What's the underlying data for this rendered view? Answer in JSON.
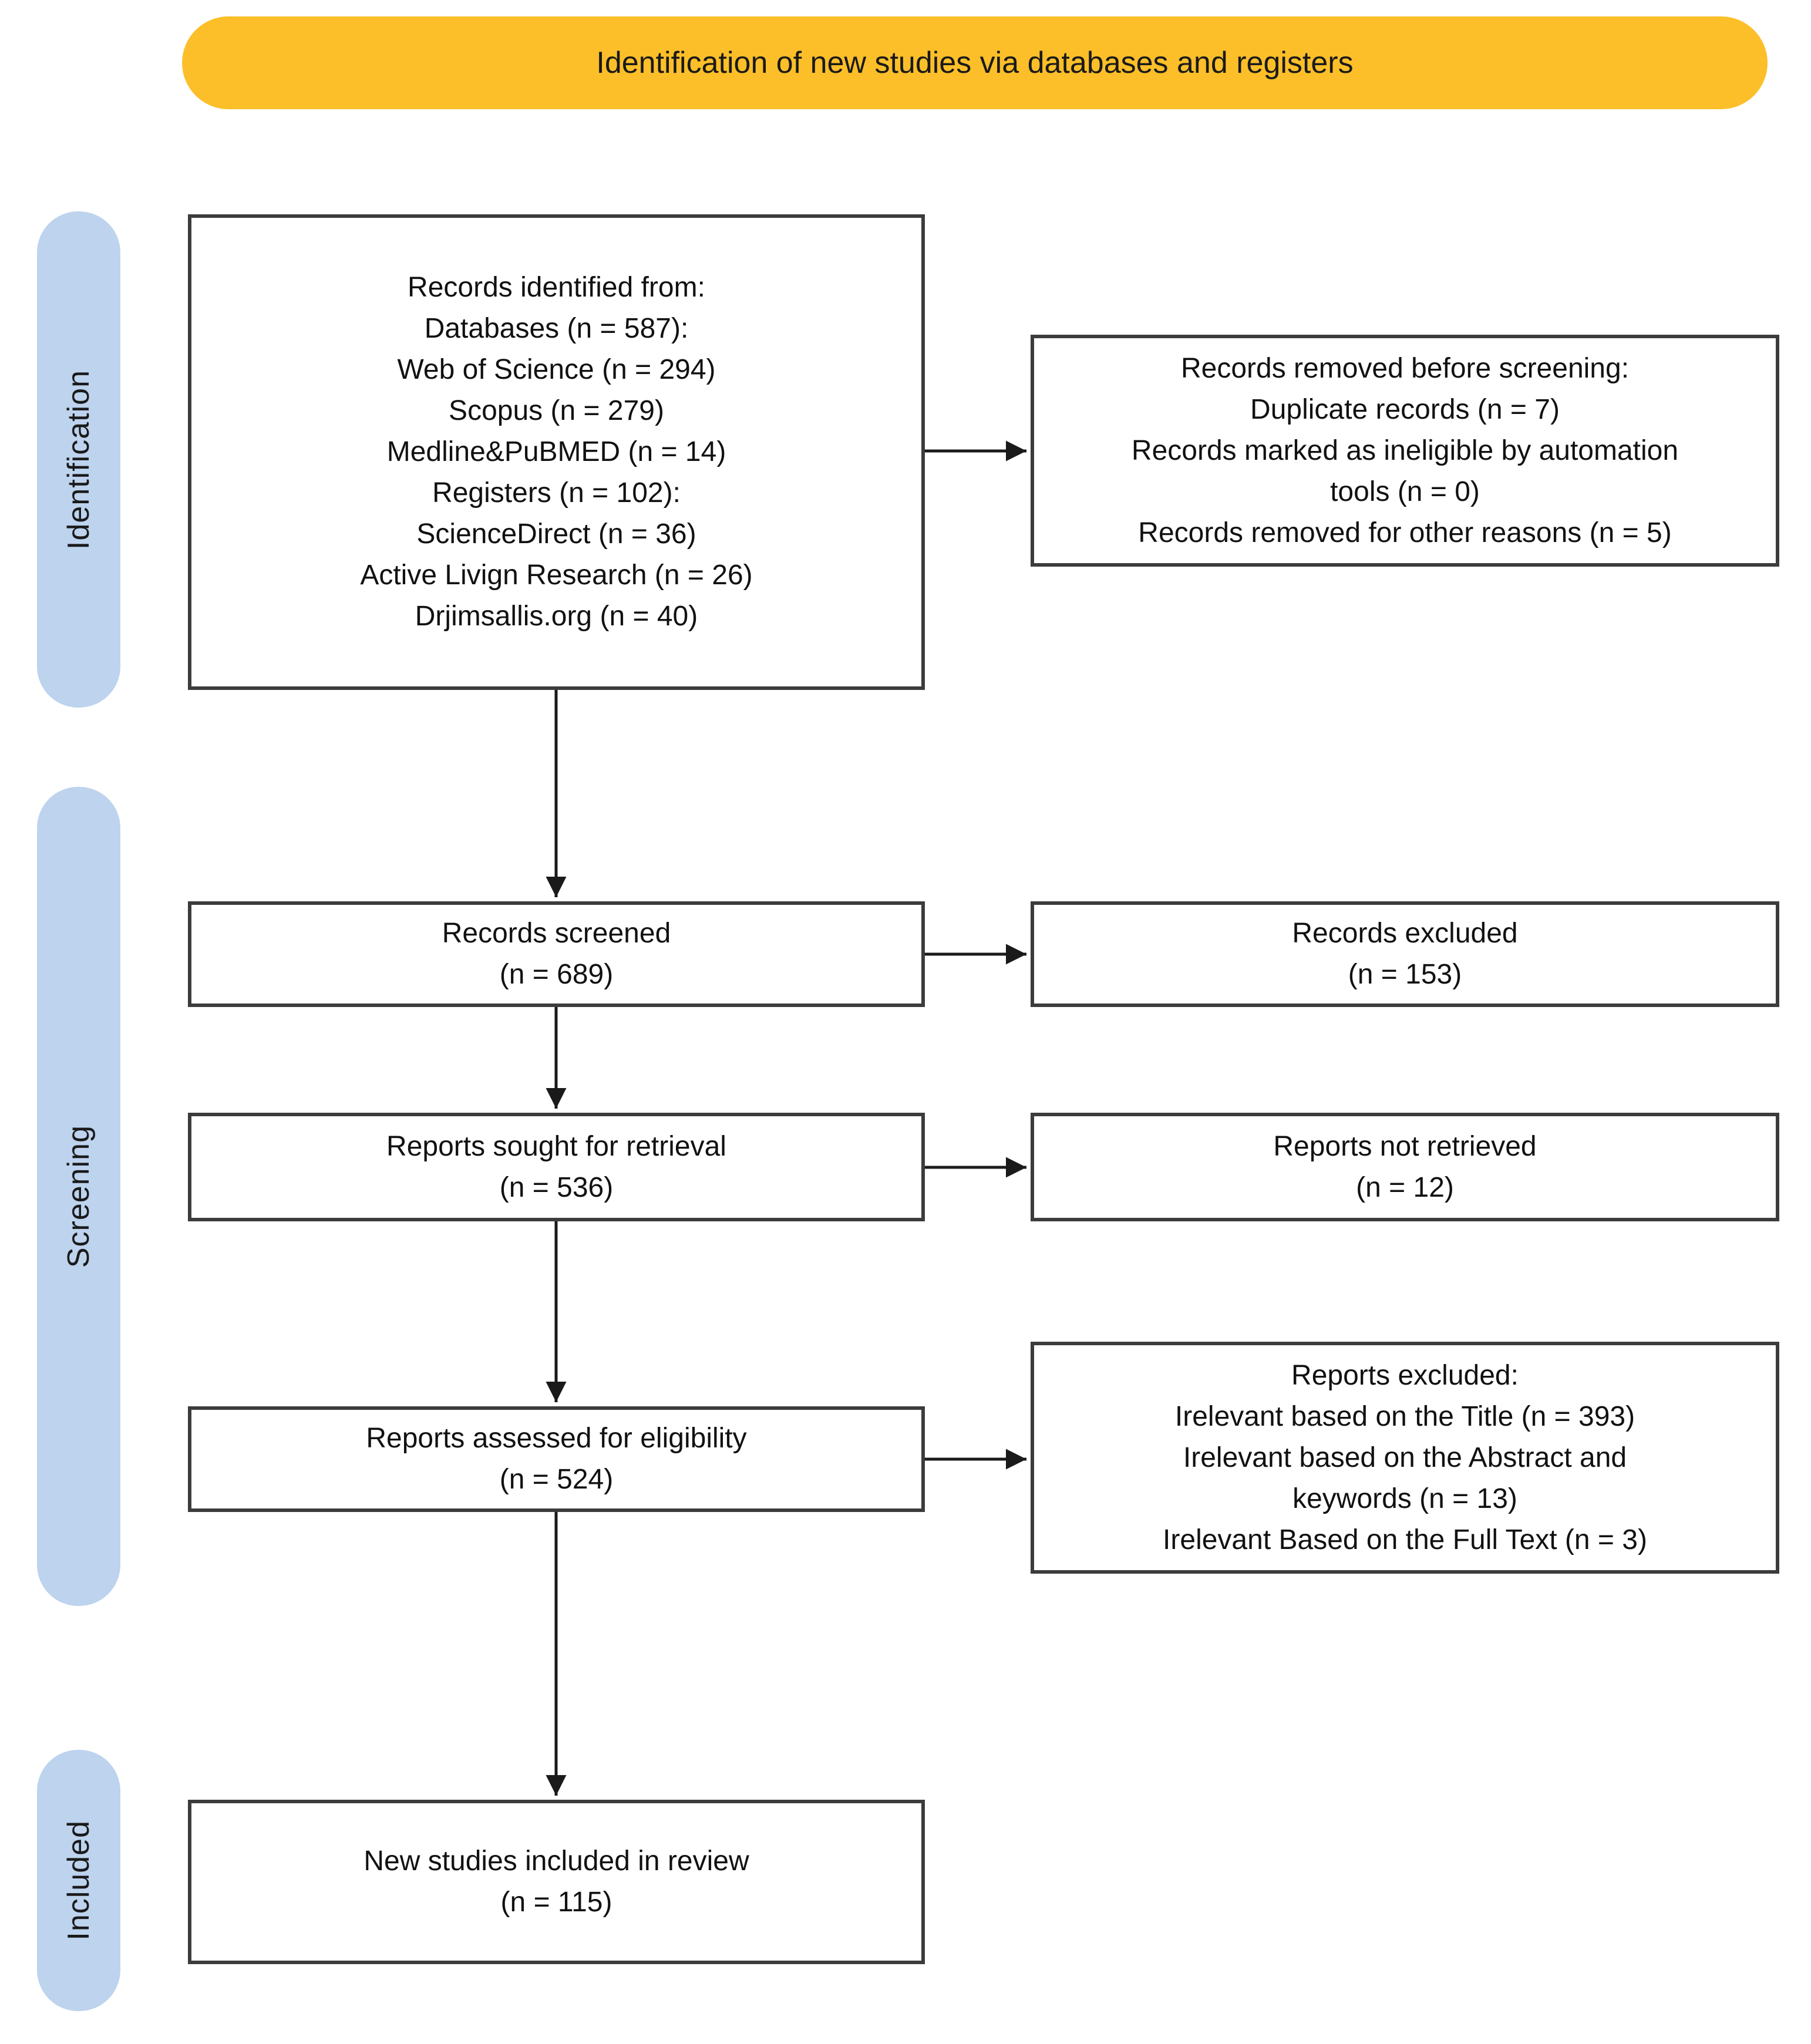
{
  "colors": {
    "banner_bg": "#FCBF29",
    "stage_pill_bg": "#BDD3EE",
    "box_border": "#3c3c3c",
    "arrow": "#1a1a1a",
    "text": "#111111",
    "page_bg": "#ffffff"
  },
  "banner": {
    "title": "Identification of new studies via databases and registers"
  },
  "stages": [
    {
      "label": "Identification"
    },
    {
      "label": "Screening"
    },
    {
      "label": "Included"
    }
  ],
  "boxes": {
    "records_identified": {
      "lines": [
        "Records identified from:",
        "Databases (n = 587):",
        "Web of Science (n = 294)",
        "Scopus (n = 279)",
        "Medline&PuBMED (n = 14)",
        "Registers (n = 102):",
        "ScienceDirect (n = 36)",
        "Active Livign Research (n = 26)",
        "Drjimsallis.org (n = 40)"
      ]
    },
    "records_removed": {
      "lines": [
        "Records removed before screening:",
        "Duplicate records (n = 7)",
        "Records marked as ineligible by automation",
        "tools (n = 0)",
        "Records removed for other reasons (n = 5)"
      ]
    },
    "records_screened": {
      "lines": [
        "Records screened",
        "(n = 689)"
      ]
    },
    "records_excluded": {
      "lines": [
        "Records excluded",
        "(n = 153)"
      ]
    },
    "reports_sought": {
      "lines": [
        "Reports sought for retrieval",
        "(n = 536)"
      ]
    },
    "reports_not_retrieved": {
      "lines": [
        "Reports not retrieved",
        "(n = 12)"
      ]
    },
    "reports_assessed": {
      "lines": [
        "Reports assessed for eligibility",
        "(n = 524)"
      ]
    },
    "reports_excluded": {
      "lines": [
        "Reports excluded:",
        "Irelevant based on the Title (n = 393)",
        "Irelevant based on the Abstract and",
        "keywords (n = 13)",
        "Irelevant Based on the Full Text (n = 3)"
      ]
    },
    "new_studies": {
      "lines": [
        "New studies included in review",
        "(n = 115)"
      ]
    }
  }
}
